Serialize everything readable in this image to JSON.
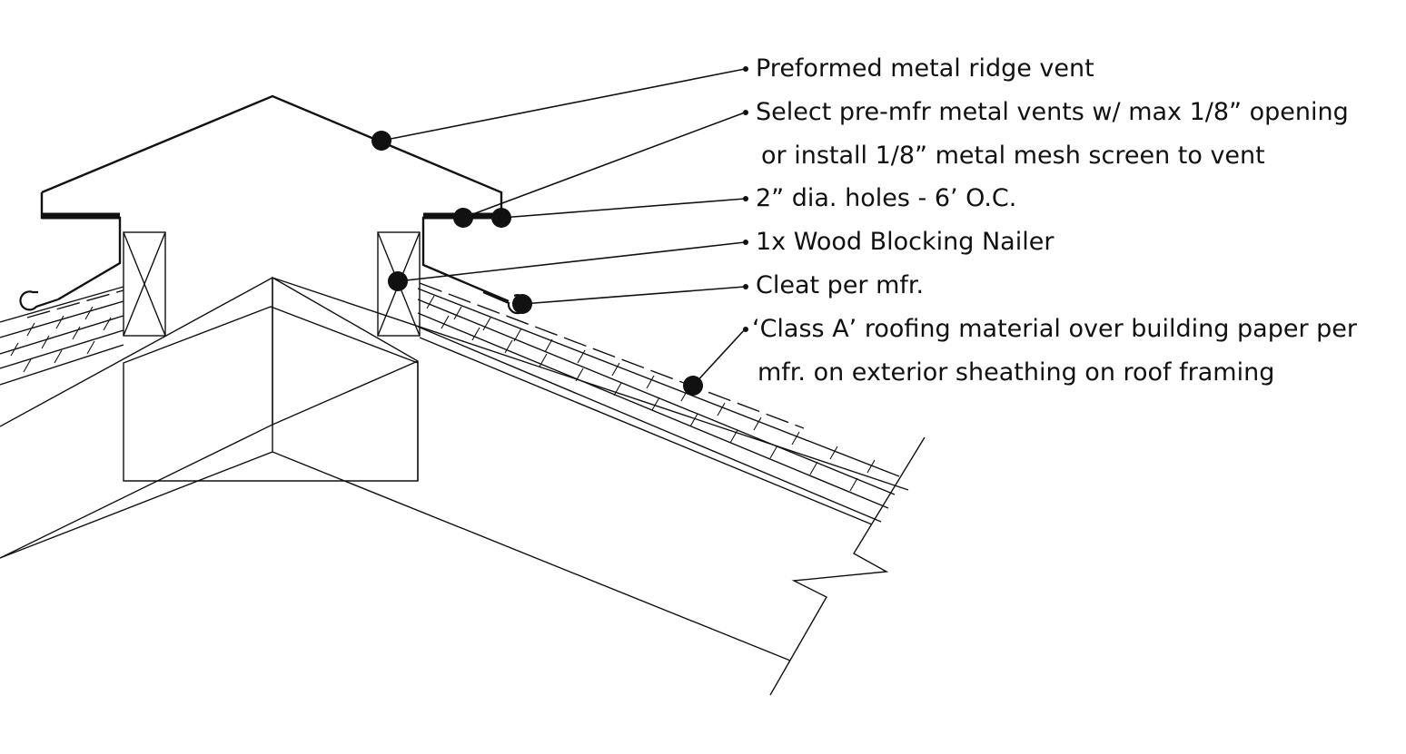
{
  "diagram": {
    "title": "",
    "labels": [
      {
        "id": "ridge_vent",
        "lines": [
          "Preformed metal ridge vent"
        ]
      },
      {
        "id": "vent_opening",
        "lines": [
          "Select pre-mfr metal vents w/ max 1/8” opening",
          "or install 1/8” metal mesh screen to vent"
        ]
      },
      {
        "id": "holes",
        "lines": [
          "2” dia. holes - 6’ O.C."
        ]
      },
      {
        "id": "blocking",
        "lines": [
          "1x Wood Blocking Nailer"
        ]
      },
      {
        "id": "cleat",
        "lines": [
          "Cleat per mfr."
        ]
      },
      {
        "id": "roofing",
        "lines": [
          "‘Class A’ roofing material over building paper per",
          "mfr. on exterior sheathing on roof framing"
        ]
      }
    ]
  }
}
